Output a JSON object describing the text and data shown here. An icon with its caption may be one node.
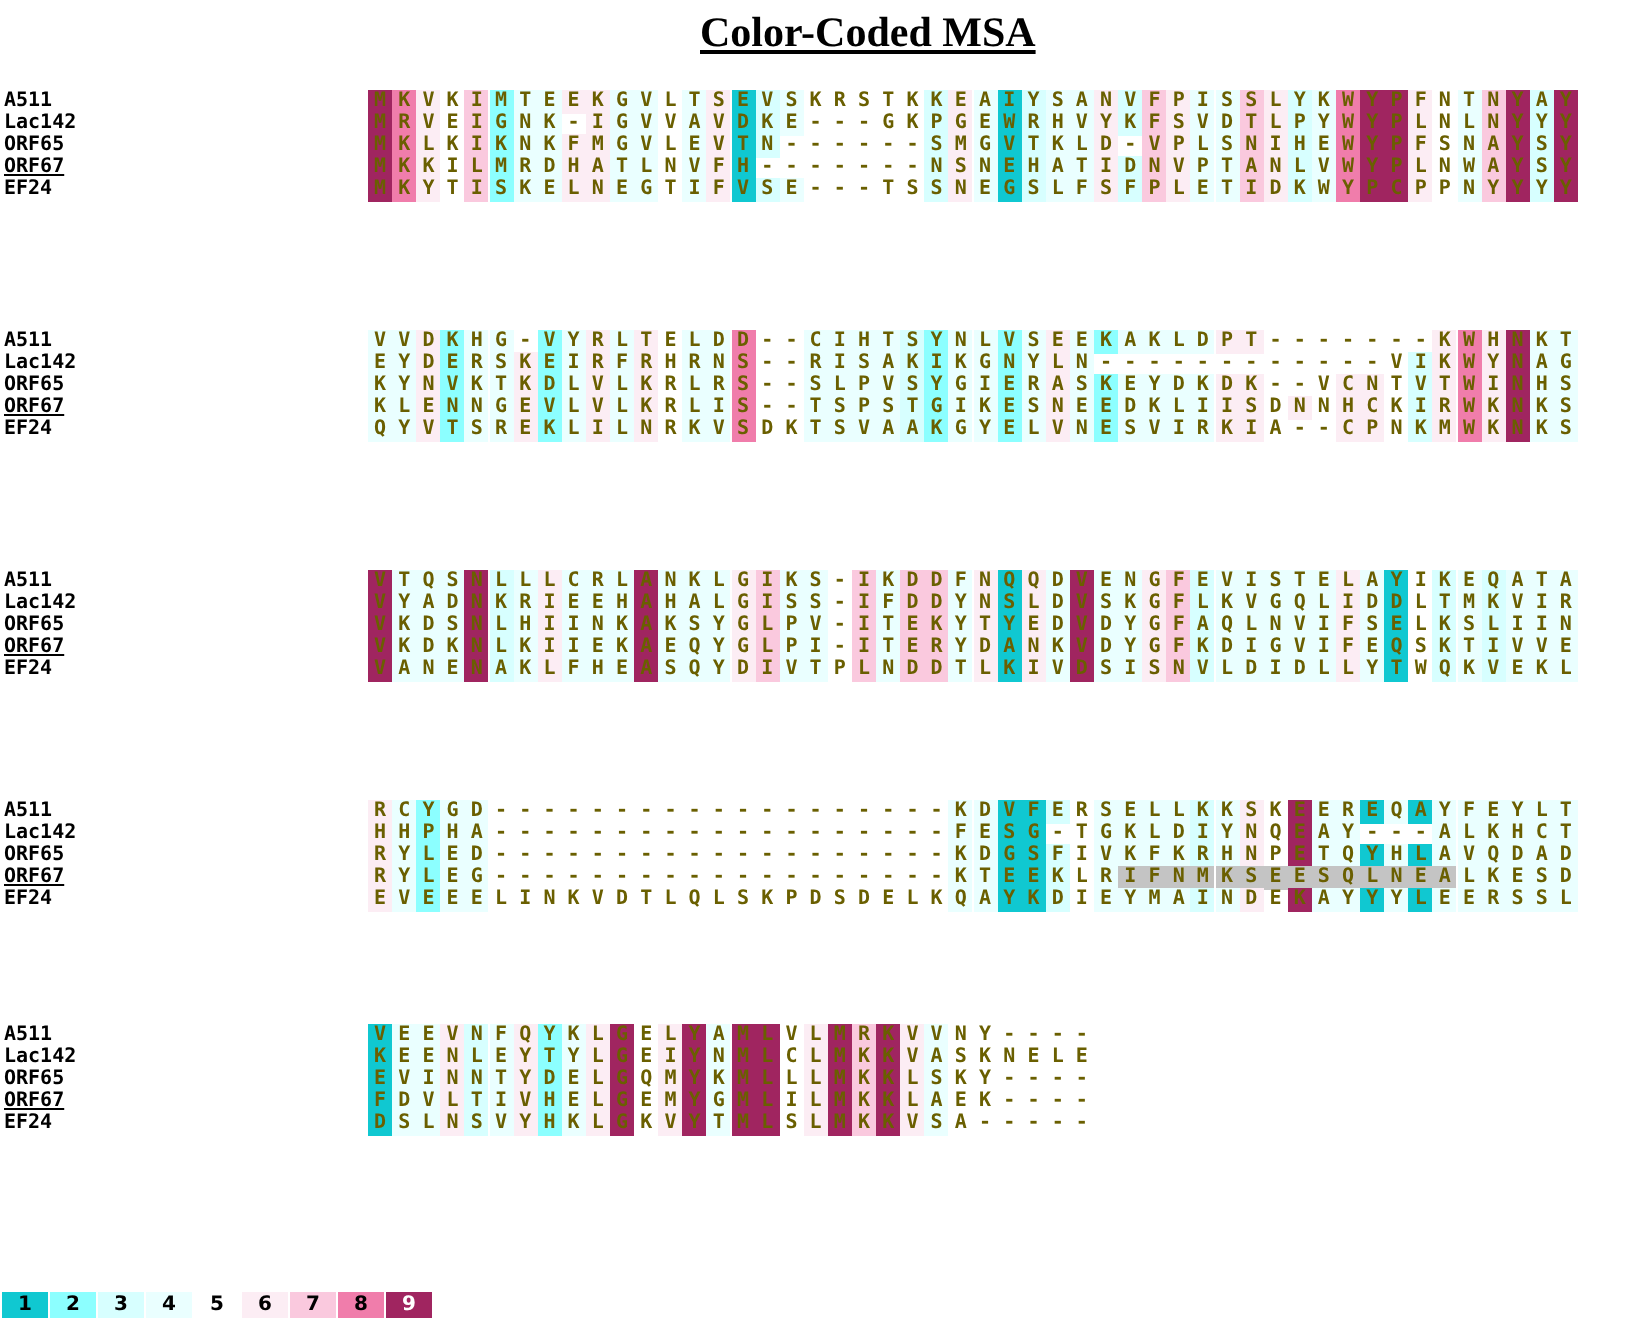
{
  "diagram": {
    "title": "Color-Coded MSA",
    "labels": [
      "A511",
      "MKVKIMTEEKGVLTSEVSKRSTKKEAIYSANVFPISSLYKWYPFNTNYAY",
      "Lac142",
      "MRVEIGNK-IGVVAVDKE---GKPGEWRHVYKFSVDTLPYWYPLNLNYYY",
      "ORF65",
      "MKLKIKNKFMGVLEVTN------SMGVTKLD-VPLSNIHEWYPFSNAYSY",
      "ORF67",
      "MKKILMRDHATLNVFH-------NSNEHATIDNVPTANLVWYPLNWAYSY",
      "EF24",
      "MKYTISKELNEGTIFVSE---TSSNEGSLFSFPLETIDKWYPCPPNYYYY",
      "A511",
      "VVDKHG-VYRLTELDD--CIHTSYNLVSEEKAKLDPT-------KWHNKT",
      "Lac142",
      "EYDERSKEIRFRHRNS--RISAKIKGNYLN------------VIKWYNAG",
      "ORF65",
      "KYNVKTKDLVLKRLRS--SLPVSYGIERASKEYDKDK--VCNTVTWINHS",
      "ORF67",
      "KLENNGEVLVLKRLIS--TSPSTGIKESNEEDKLIISDNNHCKIRWKNKS",
      "EF24",
      "QYVTSREKLILNRKVSDKTSVAAKGYELVNESVIRKIA--CPNKMWKNKS",
      "A511",
      "VTQSNLLLCRLANKLGIKS-IKDDFNQQDVENGFEVISTELAYIKEQATA",
      "Lac142",
      "VYADNKRIEEHAHALGISS-IFDDYNSLDVSKGFLKVGQLIDDLTMKVIR",
      "ORF65",
      "VKDSNLHIINKAKSYGLPV-ITEKYTYEDVDYGFAQLNVIFSELKSLIIN",
      "ORF67",
      "VKDKNLKIIEKAEQYGLPI-ITERYDANKVDYGFKDIGVIFEQSKTIVVE",
      "EF24",
      "VANENAKLFHEASQYDIVTPLNDDTLKIVDSISNVLDIDLLYTWQKVEKL",
      "A511",
      "RCYGD-------------------KDVFERSELLKKSKEEREQAYFEYLT",
      "Lac142",
      "HHPHA-------------------FESG-TGKLDIYNQEAY---ALKHCT",
      "ORF65",
      "RYLED-------------------KDGSFIVKFKRHNPETQYHLAVQDAD",
      "ORF67",
      "RYLEG-------------------KTEEKLRIFNMKSEESQLNEALKESD",
      "EF24",
      "EVEEELINKVDTLQLSKPDSDELKQAYKDIEYMAINDEKAYYYLEERSSL",
      "A511",
      "VEEVNFQYKLGELYAMLVLMRKVVNY----",
      "Lac142",
      "KEENLEYTYLGEIYNMLCLMKKVASKNELE",
      "ORF65",
      "EVINNTYDELGQMYKMLLLMKKLSKY----",
      "ORF67",
      "FDVLTIVHELGEMYGMLILMKKLAEK----",
      "EF24",
      "DSLNSVYHKLGKVYTMLSLMKKVSA-----"
    ],
    "legend": [
      {
        "text": "1",
        "color": "#10c8d1"
      },
      {
        "text": "2",
        "color": "#8cffff"
      },
      {
        "text": "3",
        "color": "#d7ffff"
      },
      {
        "text": "4",
        "color": "#eaffff"
      },
      {
        "text": "5",
        "color": "#ffffff"
      },
      {
        "text": "6",
        "color": "#fcedf4"
      },
      {
        "text": "7",
        "color": "#fac9de"
      },
      {
        "text": "8",
        "color": "#f07dab"
      },
      {
        "text": "9",
        "color": "#a02560"
      }
    ]
  }
}
